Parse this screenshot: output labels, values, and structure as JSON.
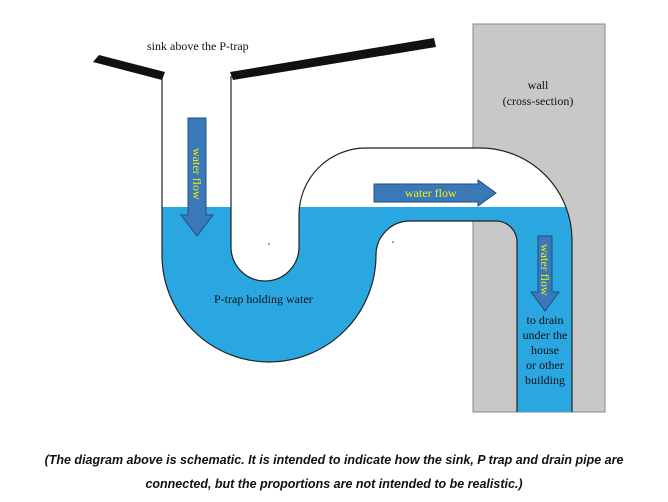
{
  "labels": {
    "sink": "sink above the P-trap",
    "wall_line1": "wall",
    "wall_line2": "(cross-section)",
    "flow_down": "water flow",
    "flow_across": "water flow",
    "flow_drain": "water flow",
    "trap": "P-trap holding water",
    "drain_line1": "to drain",
    "drain_line2": "under the",
    "drain_line3": "house",
    "drain_line4": "or other",
    "drain_line5": "building"
  },
  "caption": {
    "line1": "(The diagram above is schematic. It is intended to indicate how the sink, P trap and drain pipe are",
    "line2": "connected, but the proportions are not intended to be realistic.)"
  },
  "colors": {
    "water": "#2aa7e1",
    "wall": "#c8c8c8",
    "arrow": "#3a78b8",
    "flow_text": "#f2f20a",
    "pipe_outline": "#222222"
  }
}
